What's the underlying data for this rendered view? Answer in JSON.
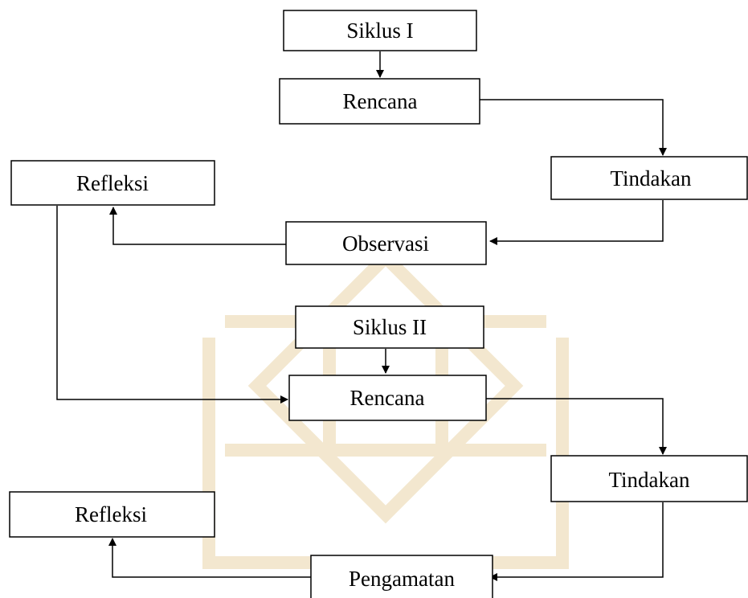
{
  "diagram": {
    "nodes": {
      "siklus1": "Siklus I",
      "rencana1": "Rencana",
      "tindakan1": "Tindakan",
      "observasi1": "Observasi",
      "refleksi1": "Refleksi",
      "siklus2": "Siklus II",
      "rencana2": "Rencana",
      "tindakan2": "Tindakan",
      "pengamatan2": "Pengamatan",
      "refleksi2": "Refleksi"
    },
    "edges": [
      [
        "siklus1",
        "rencana1"
      ],
      [
        "rencana1",
        "tindakan1"
      ],
      [
        "tindakan1",
        "observasi1"
      ],
      [
        "observasi1",
        "refleksi1"
      ],
      [
        "refleksi1",
        "rencana2"
      ],
      [
        "siklus2",
        "rencana2"
      ],
      [
        "rencana2",
        "tindakan2"
      ],
      [
        "tindakan2",
        "pengamatan2"
      ],
      [
        "pengamatan2",
        "refleksi2"
      ]
    ],
    "colors": {
      "stroke": "#000000",
      "fill": "#ffffff",
      "watermark": "#f3e7cf"
    }
  }
}
